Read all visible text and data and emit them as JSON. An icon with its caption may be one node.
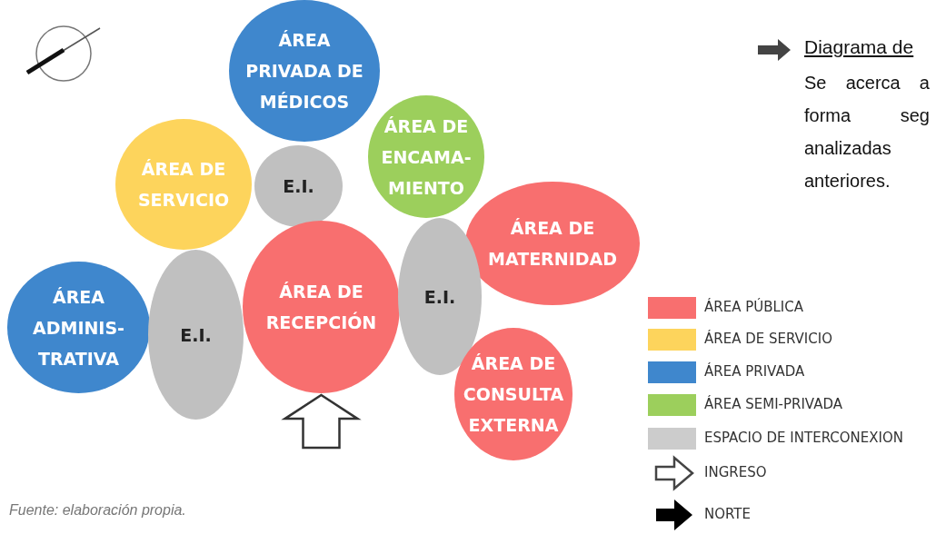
{
  "diagram": {
    "caption": "Fuente: elaboración propia.",
    "nodes": [
      {
        "text": [
          "ÁREA PRIVADA DE MÉDICOS"
        ]
      },
      {
        "text": [
          "ÁREA DE ENCAMA-MIENTO"
        ]
      },
      {
        "text": [
          "ÁREA DE SERVICIO"
        ]
      },
      {
        "text": [
          "E.I."
        ]
      },
      {
        "text": [
          "ÁREA DE MATERNIDAD"
        ]
      },
      {
        "text": [
          "ÁREA ADMINIS-TRATIVA"
        ]
      },
      {
        "text": [
          "E.I."
        ]
      },
      {
        "text": [
          "ÁREA DE RECEPCIÓN"
        ]
      },
      {
        "text": [
          "E.I."
        ]
      },
      {
        "text": [
          "ÁREA DE CONSULTA EXTERNA"
        ]
      }
    ],
    "edges": [
      {
        "from": null,
        "to": 7,
        "arrow": "to"
      }
    ],
    "labels": [
      "Diagrama de",
      "Se acerca a forma seg analizadas anteriores."
    ],
    "legend": [
      {
        "text": "ÁREA PÚBLICA",
        "color": "#f86f6f"
      },
      {
        "text": "ÁREA DE SERVICIO",
        "color": "#fdd45c"
      },
      {
        "text": "ÁREA PRIVADA",
        "color": "#3f87cd"
      },
      {
        "text": "ÁREA SEMI-PRIVADA",
        "color": "#9ccf5c"
      },
      {
        "text": "ESPACIO DE INTERCONEXION",
        "color": "#cccccc"
      },
      {
        "text": "INGRESO"
      },
      {
        "text": "NORTE"
      }
    ]
  }
}
